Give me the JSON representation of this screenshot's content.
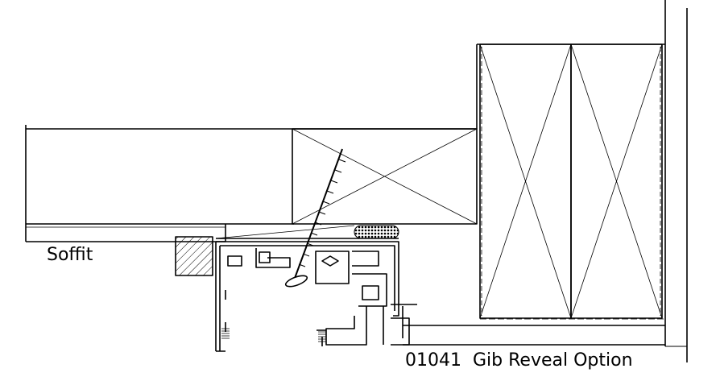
{
  "labels": {
    "soffit": "Soffit",
    "drawing_code": "01041",
    "drawing_title": "Gib Reveal Option"
  },
  "colors": {
    "line": "#000000",
    "background": "#ffffff",
    "hatch": "#333333"
  }
}
